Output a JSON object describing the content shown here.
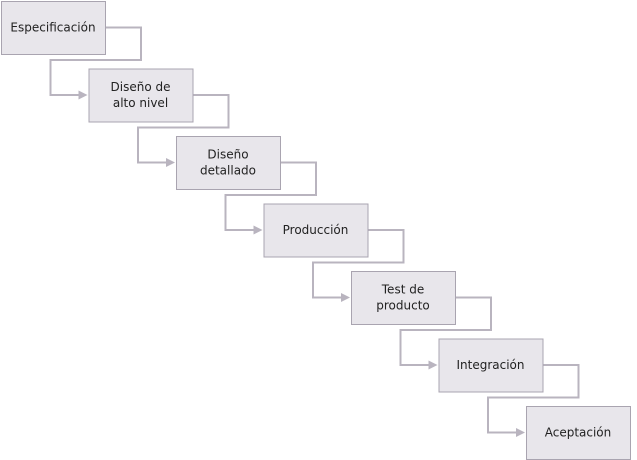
{
  "diagram": {
    "type": "waterfall",
    "stages": [
      {
        "id": "especificacion",
        "lines": [
          "Especificación"
        ]
      },
      {
        "id": "diseno-alto-nivel",
        "lines": [
          "Diseño de",
          "alto nivel"
        ]
      },
      {
        "id": "diseno-detallado",
        "lines": [
          "Diseño",
          "detallado"
        ]
      },
      {
        "id": "produccion",
        "lines": [
          "Producción"
        ]
      },
      {
        "id": "test-producto",
        "lines": [
          "Test de",
          "producto"
        ]
      },
      {
        "id": "integracion",
        "lines": [
          "Integración"
        ]
      },
      {
        "id": "aceptacion",
        "lines": [
          "Aceptación"
        ]
      }
    ],
    "colors": {
      "box_fill": "#e8e6eb",
      "box_border": "#a9a4b0",
      "connector": "#b9b4bf",
      "text": "#222222"
    }
  }
}
